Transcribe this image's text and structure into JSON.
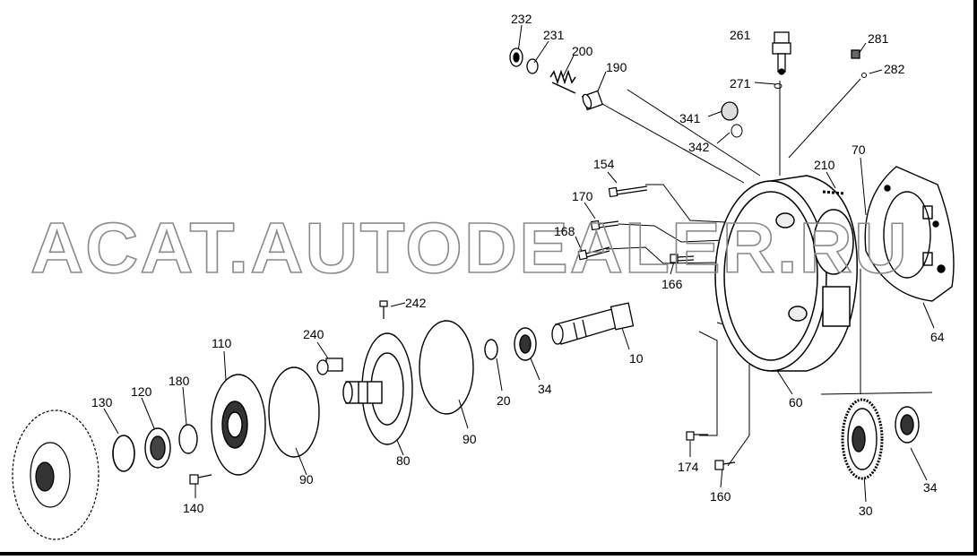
{
  "watermark": "ACAT.AUTODEALER.RU",
  "parts": [
    {
      "id": "p232",
      "label": "232"
    },
    {
      "id": "p231",
      "label": "231"
    },
    {
      "id": "p200",
      "label": "200"
    },
    {
      "id": "p190",
      "label": "190"
    },
    {
      "id": "p261",
      "label": "261"
    },
    {
      "id": "p281",
      "label": "281"
    },
    {
      "id": "p282",
      "label": "282"
    },
    {
      "id": "p271",
      "label": "271"
    },
    {
      "id": "p341",
      "label": "341"
    },
    {
      "id": "p342",
      "label": "342"
    },
    {
      "id": "p154",
      "label": "154"
    },
    {
      "id": "p210",
      "label": "210"
    },
    {
      "id": "p70",
      "label": "70"
    },
    {
      "id": "p170",
      "label": "170"
    },
    {
      "id": "p168",
      "label": "168"
    },
    {
      "id": "p166",
      "label": "166"
    },
    {
      "id": "p242",
      "label": "242"
    },
    {
      "id": "p240",
      "label": "240"
    },
    {
      "id": "p110",
      "label": "110"
    },
    {
      "id": "p10",
      "label": "10"
    },
    {
      "id": "p34a",
      "label": "34"
    },
    {
      "id": "p20",
      "label": "20"
    },
    {
      "id": "p64",
      "label": "64"
    },
    {
      "id": "p130",
      "label": "130"
    },
    {
      "id": "p120",
      "label": "120"
    },
    {
      "id": "p180",
      "label": "180"
    },
    {
      "id": "p90a",
      "label": "90"
    },
    {
      "id": "p80",
      "label": "80"
    },
    {
      "id": "p90b",
      "label": "90"
    },
    {
      "id": "p60",
      "label": "60"
    },
    {
      "id": "p140",
      "label": "140"
    },
    {
      "id": "p174",
      "label": "174"
    },
    {
      "id": "p160",
      "label": "160"
    },
    {
      "id": "p30",
      "label": "30"
    },
    {
      "id": "p34b",
      "label": "34"
    }
  ]
}
